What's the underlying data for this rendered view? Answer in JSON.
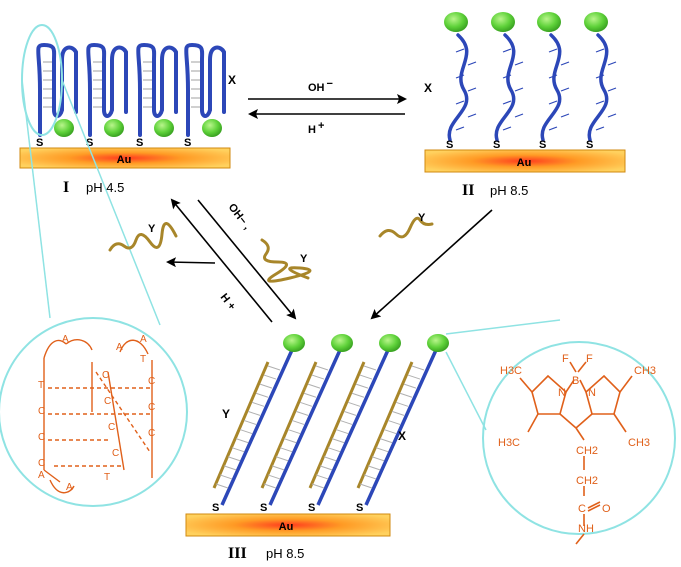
{
  "panels": {
    "I": {
      "numeral": "I",
      "ph": "pH 4.5",
      "surface": "Au",
      "thiol": "S",
      "strand": "X"
    },
    "II": {
      "numeral": "II",
      "ph": "pH 8.5",
      "surface": "Au",
      "thiol": "S",
      "strand": "X"
    },
    "III": {
      "numeral": "III",
      "ph": "pH 8.5",
      "surface": "Au",
      "thiol": "S",
      "strand_x": "X",
      "strand_y": "Y"
    }
  },
  "arrows": {
    "forward": {
      "base": "OH",
      "sign": "−"
    },
    "reverse": {
      "acid": "H",
      "sign": "+"
    },
    "diag_base": "OH− ,",
    "diag_acid": "H +",
    "y_strand": "Y"
  },
  "imotif": {
    "bases_left": [
      "T",
      "C",
      "C",
      "C",
      "A"
    ],
    "bases_top": [
      "A",
      "A",
      "A",
      "T"
    ],
    "bases_inner": [
      "C",
      "C",
      "C",
      "C"
    ],
    "bases_right": [
      "C",
      "C",
      "C"
    ],
    "bases_bottom": [
      "A",
      "T"
    ]
  },
  "dye": {
    "labels": [
      "H3C",
      "F",
      "F",
      "CH3",
      "N",
      "B",
      "N",
      "H3C",
      "CH3",
      "CH2",
      "CH2",
      "C",
      "O",
      "NH"
    ]
  },
  "colors": {
    "strand_x": "#2c47b8",
    "strand_y": "#a8862a",
    "fluorophore": "#5fd23a",
    "gold_light": "#ffd060",
    "gold_dark": "#f39a1e",
    "lens": "#8fe3e3",
    "chemistry": "#e0601a"
  }
}
